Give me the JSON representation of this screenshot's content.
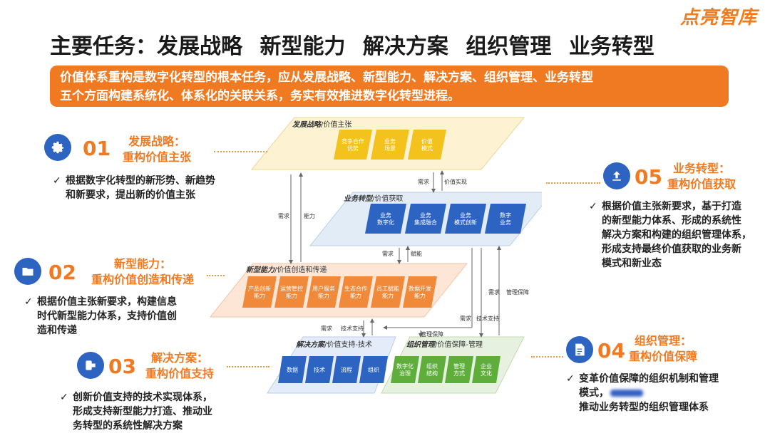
{
  "brand": "点亮智库",
  "title": [
    "主要任务：发展战略",
    "新型能力",
    "解决方案",
    "组织管理",
    "业务转型"
  ],
  "banner": {
    "line1": "价值体系重构是数字化转型的根本任务，应从发展战略、新型能力、解决方案、组织管理、业务转型",
    "line2": "五个方面构建系统化、体系化的关联关系，务实有效推进数字化转型进程。"
  },
  "sections": [
    {
      "num": "01",
      "icon": "gear-icon",
      "title1": "发展战略：",
      "title2": "重构价值主张",
      "desc": [
        "根据数字化转型的新形势、新趋势",
        "和新要求，提出新的价值主张"
      ]
    },
    {
      "num": "02",
      "icon": "folder-icon",
      "title1": "新型能力：",
      "title2": "重构价值创造和传递",
      "desc": [
        "根据价值主张新要求，构建信息",
        "时代新型能力体系，支持价值创",
        "造和传递"
      ]
    },
    {
      "num": "03",
      "icon": "support-icon",
      "title1": "解决方案：",
      "title2": "重构价值支持",
      "desc": [
        "创新价值支持的技术实现体系，",
        "形成支持新型能力打造、推动业",
        "务转型的系统性解决方案"
      ]
    },
    {
      "num": "04",
      "icon": "document-icon",
      "title1": "组织管理：",
      "title2": "重构价值保障",
      "desc": [
        "变革价值保障的组织机制和管理",
        "模式，",
        "推动业务转型的组织管理体系"
      ]
    },
    {
      "num": "05",
      "icon": "upload-icon",
      "title1": "业务转型：",
      "title2": "重构价值获取",
      "desc": [
        "根据价值主张新要求，基于打造",
        "的新型能力体系、形成的系统性",
        "解决方案和构建的组织管理体系，",
        "形成支持最终价值获取的业务新",
        "模式和新业态"
      ]
    }
  ],
  "layers": {
    "strategy": {
      "name": "发展战略",
      "sub": "/价值主张",
      "boxes": [
        [
          "竞争合作",
          "优势"
        ],
        [
          "业务",
          "场景"
        ],
        [
          "价值",
          "模式"
        ]
      ]
    },
    "business": {
      "name": "业务转型",
      "sub": "/价值获取",
      "boxes": [
        [
          "业务",
          "数字化"
        ],
        [
          "业务",
          "集成融合"
        ],
        [
          "业务",
          "模式创新"
        ],
        [
          "数字",
          "业务"
        ]
      ]
    },
    "capability": {
      "name": "新型能力",
      "sub": "/价值创造和传递",
      "boxes": [
        [
          "产品创新",
          "能力"
        ],
        [
          "运营管控",
          "能力"
        ],
        [
          "用户服务",
          "能力"
        ],
        [
          "生态合作",
          "能力"
        ],
        [
          "员工赋能",
          "能力"
        ],
        [
          "数据开发",
          "能力"
        ]
      ]
    },
    "solution": {
      "name": "解决方案",
      "sub": "/价值支持-技术",
      "boxes": [
        [
          "数据"
        ],
        [
          "技术"
        ],
        [
          "流程"
        ],
        [
          "组织"
        ]
      ]
    },
    "organization": {
      "name": "组织管理",
      "sub": "/价值保障-管理",
      "boxes": [
        [
          "数字化",
          "治理"
        ],
        [
          "组织",
          "结构"
        ],
        [
          "管理",
          "方式"
        ],
        [
          "企业",
          "文化"
        ]
      ]
    }
  },
  "arrow_labels": {
    "need": "需求",
    "value_realize": "价值实现",
    "capability": "能力",
    "empower": "赋能",
    "tech_support": "技术支持",
    "mgmt_guarantee": "管理保障"
  },
  "colors": {
    "accent": "#ef7a22",
    "blue": "#2d64c2",
    "green": "#5fae3c",
    "yellow": "#f3c21c",
    "orange": "#f08a3a"
  }
}
